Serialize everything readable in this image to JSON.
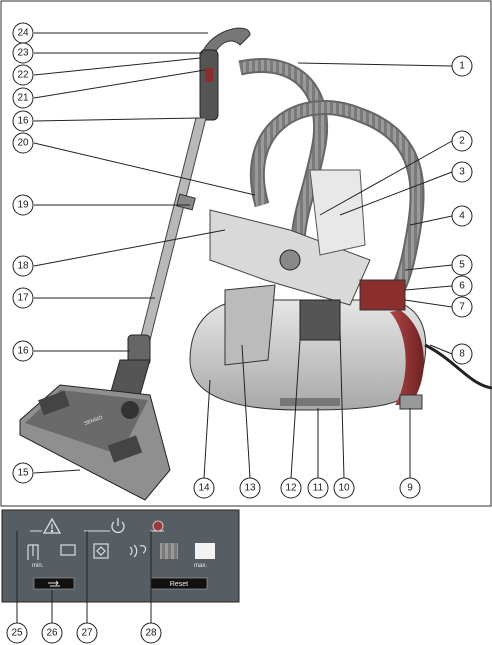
{
  "callouts_main": [
    {
      "id": "c24",
      "label": "24"
    },
    {
      "id": "c23",
      "label": "23"
    },
    {
      "id": "c22",
      "label": "22"
    },
    {
      "id": "c21",
      "label": "21"
    },
    {
      "id": "c16a",
      "label": "16"
    },
    {
      "id": "c20",
      "label": "20"
    },
    {
      "id": "c19",
      "label": "19"
    },
    {
      "id": "c18",
      "label": "18"
    },
    {
      "id": "c17",
      "label": "17"
    },
    {
      "id": "c16b",
      "label": "16"
    },
    {
      "id": "c15",
      "label": "15"
    },
    {
      "id": "c1",
      "label": "1"
    },
    {
      "id": "c2",
      "label": "2"
    },
    {
      "id": "c3",
      "label": "3"
    },
    {
      "id": "c4",
      "label": "4"
    },
    {
      "id": "c5",
      "label": "5"
    },
    {
      "id": "c6",
      "label": "6"
    },
    {
      "id": "c7",
      "label": "7"
    },
    {
      "id": "c8",
      "label": "8"
    },
    {
      "id": "c9",
      "label": "9"
    },
    {
      "id": "c10",
      "label": "10"
    },
    {
      "id": "c11",
      "label": "11"
    },
    {
      "id": "c12",
      "label": "12"
    },
    {
      "id": "c13",
      "label": "13"
    },
    {
      "id": "c14",
      "label": "14"
    }
  ],
  "callouts_panel": [
    {
      "id": "c25",
      "label": "25"
    },
    {
      "id": "c26",
      "label": "26"
    },
    {
      "id": "c27",
      "label": "27"
    },
    {
      "id": "c28",
      "label": "28"
    }
  ],
  "panel": {
    "min_label": "min.",
    "max_label": "max.",
    "reset_label": "Reset",
    "background": "#565e64"
  },
  "nozzle_brand": "SENSIO",
  "colors": {
    "body_gray": "#bfbfbf",
    "dark_gray": "#555555",
    "accent_red": "#8a2e2e"
  }
}
